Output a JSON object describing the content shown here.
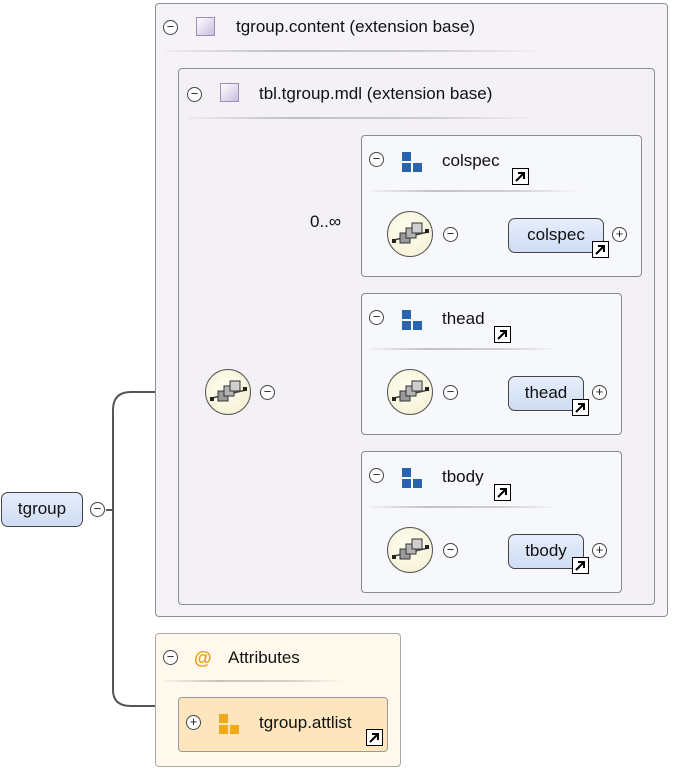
{
  "root": {
    "label": "tgroup"
  },
  "extension_outer": {
    "title": "tgroup.content (extension base)"
  },
  "extension_inner": {
    "title": "tbl.tgroup.mdl (extension base)"
  },
  "groups": [
    {
      "title": "colspec",
      "element": "colspec",
      "occurrence": "0..∞"
    },
    {
      "title": "thead",
      "element": "thead",
      "occurrence": ""
    },
    {
      "title": "tbody",
      "element": "tbody",
      "occurrence": ""
    }
  ],
  "attributes": {
    "title": "Attributes",
    "icon": "@",
    "item": "tgroup.attlist"
  },
  "symbols": {
    "collapse": "−",
    "expand": "+",
    "ref_arrow": "↗"
  },
  "colors": {
    "element_fill": "#dbe5f7",
    "sequence_fill": "#f6f2d6",
    "group_icon": "#2a63ad",
    "attribute_icon": "#f1a81c",
    "attribute_box": "#fff8ec"
  }
}
